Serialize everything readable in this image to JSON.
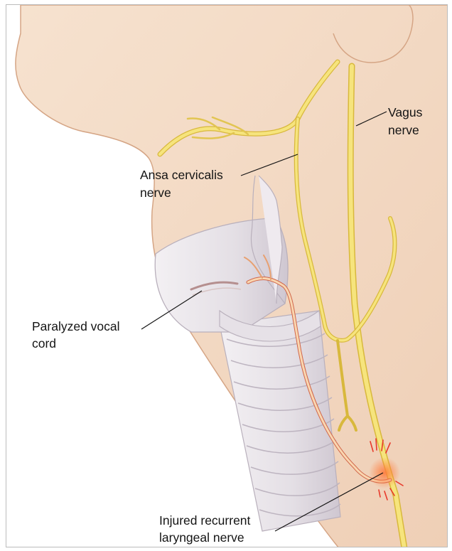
{
  "labels": {
    "vagus_line1": "Vagus",
    "vagus_line2": "nerve",
    "ansa_line1": "Ansa cervicalis",
    "ansa_line2": "nerve",
    "vocal_line1": "Paralyzed vocal",
    "vocal_line2": "cord",
    "injured_line1": "Injured recurrent",
    "injured_line2": "laryngeal nerve"
  },
  "colors": {
    "skin": "#f4dcc6",
    "skin_outline": "#d7a98a",
    "nerve": "#f3e07a",
    "nerve_outline": "#d8b83c",
    "recurrent_nerve": "#f9d6b0",
    "recurrent_outline": "#d0664a",
    "cartilage": "#eae6ea",
    "cartilage_shadow": "#c9c2cb",
    "injury": "#e8392a"
  }
}
